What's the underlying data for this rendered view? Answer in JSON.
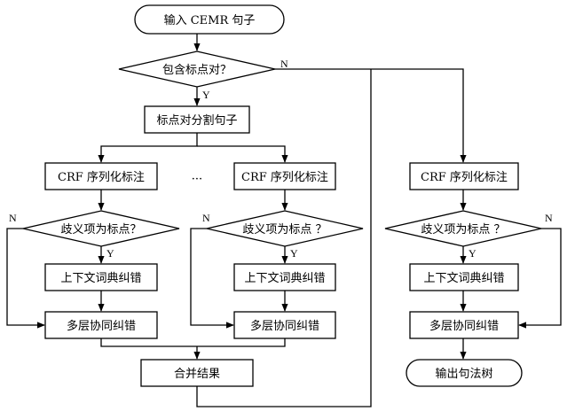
{
  "nodes": {
    "start": "输入 CEMR 句子",
    "has_punct": "包含标点对？",
    "split": "标点对分割句子",
    "crf": "CRF 序列化标注",
    "ambig": "歧义项为标点？",
    "ambig_spaced": "歧义项为标点 ？",
    "ctx_fix": "上下文词典纠错",
    "multi_fix": "多层协同纠错",
    "merge": "合并结果",
    "output": "输出句法树",
    "ellipsis": "···"
  },
  "labels": {
    "yes": "Y",
    "no": "N"
  }
}
